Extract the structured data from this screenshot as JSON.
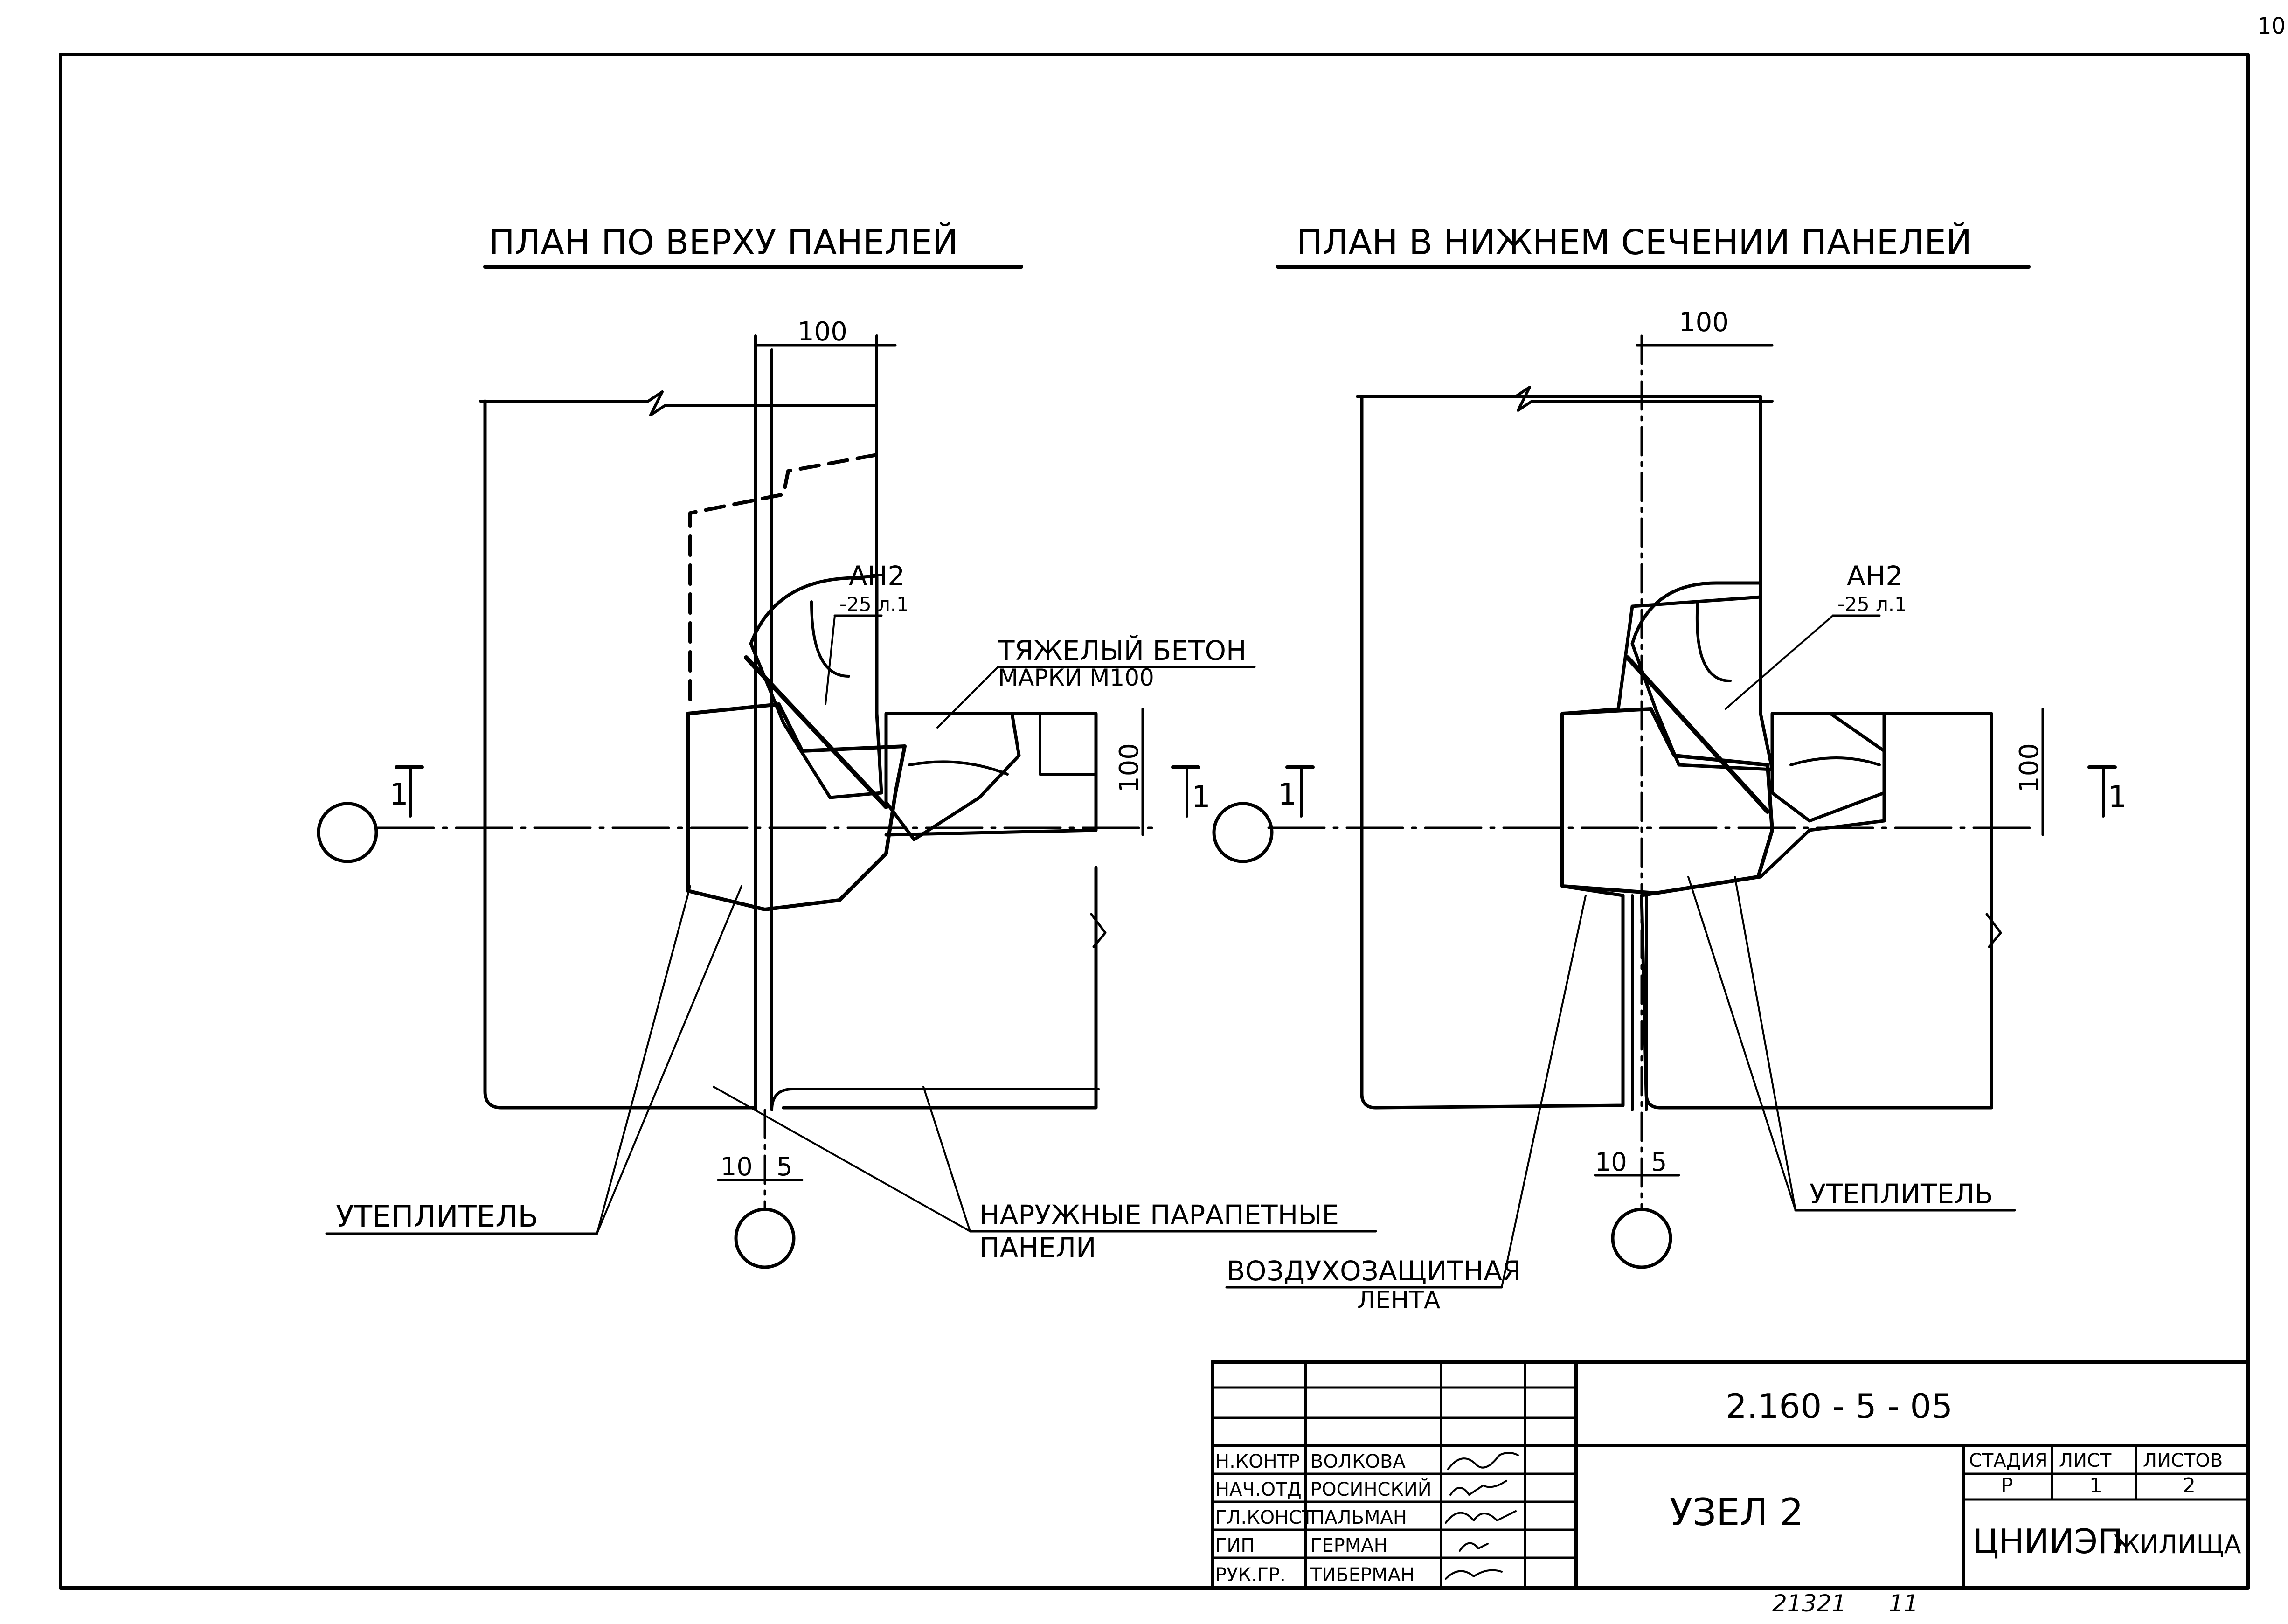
{
  "sheet": {
    "page_number": "10",
    "bottom_number_left": "21321",
    "bottom_number_right": "11"
  },
  "left_view": {
    "title": "ПЛАН ПО ВЕРХУ ПАНЕЛЕЙ",
    "dim_top": "100",
    "dim_side": "100",
    "anchor_label": "АН2",
    "anchor_sub": "-25 л.1",
    "concrete_line1": "ТЯЖЕЛЫЙ БЕТОН",
    "concrete_line2": "МАРКИ М100",
    "section_left": "1",
    "section_right": "1",
    "dim_gap_left": "10",
    "dim_gap_right": "5",
    "label_insulation": "УТЕПЛИТЕЛЬ",
    "label_panels_line1": "НАРУЖНЫЕ ПАРАПЕТНЫЕ",
    "label_panels_line2": "ПАНЕЛИ"
  },
  "right_view": {
    "title": "ПЛАН В НИЖНЕМ СЕЧЕНИИ ПАНЕЛЕЙ",
    "dim_top": "100",
    "dim_side": "100",
    "anchor_label": "АН2",
    "anchor_sub": "-25 л.1",
    "section_left": "1",
    "section_right": "1",
    "dim_gap_left": "10",
    "dim_gap_right": "5",
    "label_insulation": "УТЕПЛИТЕЛЬ",
    "label_tape_line1": "ВОЗДУХОЗАЩИТНАЯ",
    "label_tape_line2": "ЛЕНТА"
  },
  "title_block": {
    "doc_code": "2.160 - 5 - 05",
    "node_title": "УЗЕЛ 2",
    "org_part1": "ЦНИИЭП",
    "org_part2": "ЖИЛИЩА",
    "stage_header": "СТАДИЯ",
    "sheet_header": "ЛИСТ",
    "sheets_header": "ЛИСТОВ",
    "stage_value": "Р",
    "sheet_value": "1",
    "sheets_value": "2",
    "staff": [
      {
        "role": "Н.КОНТР",
        "name": "ВОЛКОВА"
      },
      {
        "role": "НАЧ.ОТД",
        "name": "РОСИНСКИЙ"
      },
      {
        "role": "ГЛ.КОНСТ",
        "name": "ПАЛЬМАН"
      },
      {
        "role": "ГИП",
        "name": "ГЕРМАН"
      },
      {
        "role": "РУК.ГР.",
        "name": "ТИБЕРМАН"
      }
    ]
  }
}
